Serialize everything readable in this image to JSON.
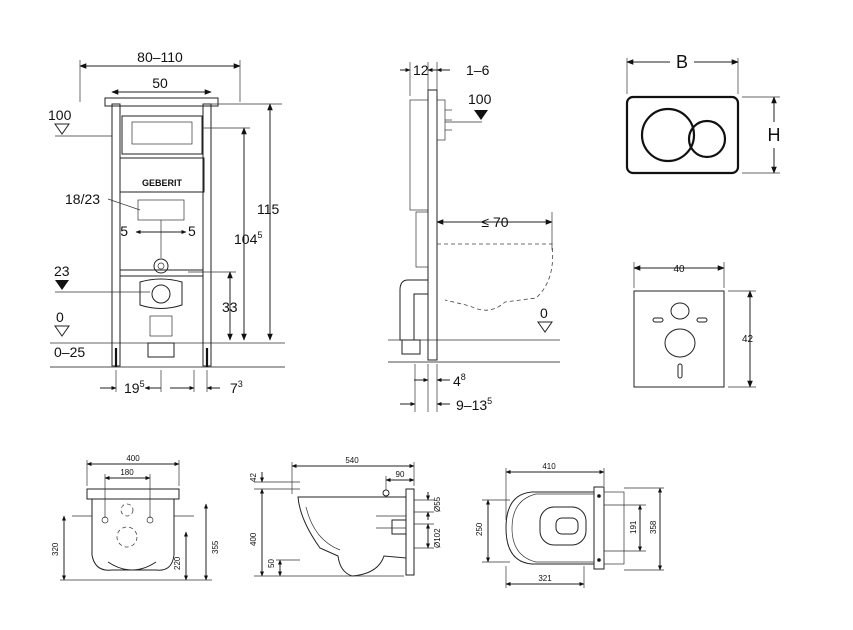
{
  "frame_front": {
    "width_range": "80–110",
    "inner_width": "50",
    "top_level": "100",
    "brand": "GEBERIT",
    "flush_width": "18/23",
    "offset_left": "5",
    "offset_right": "5",
    "inlet_level": "23",
    "floor_level": "0",
    "adjust_range": "0–25",
    "height_total": "115",
    "height_frame_base": "104",
    "height_frame_exp": "5",
    "drain_height": "33",
    "foot_left_base": "19",
    "foot_left_exp": "5",
    "foot_right_base": "7",
    "foot_right_exp": "3"
  },
  "frame_side": {
    "depth_top": "12",
    "depth_range": "1–6",
    "top_level": "100",
    "projection": "≤ 70",
    "floor_level": "0",
    "base_a_base": "4",
    "base_a_exp": "8",
    "base_b_base": "9–13",
    "base_b_exp": "5"
  },
  "flush_plate": {
    "width_label": "B",
    "height_label": "H"
  },
  "cover_plate": {
    "width": "40",
    "height": "42"
  },
  "bowl_front": {
    "width": "400",
    "hole_spacing": "180",
    "height_left": "320",
    "height_right": "355",
    "height_inner": "220"
  },
  "bowl_side": {
    "length": "540",
    "rear": "90",
    "top": "42",
    "height": "400",
    "pipe_small": "Ø55",
    "pipe_large": "Ø102",
    "bottom": "50"
  },
  "bowl_top": {
    "length": "410",
    "width": "250",
    "depth": "321",
    "inner_width": "191",
    "outer_width": "358"
  }
}
